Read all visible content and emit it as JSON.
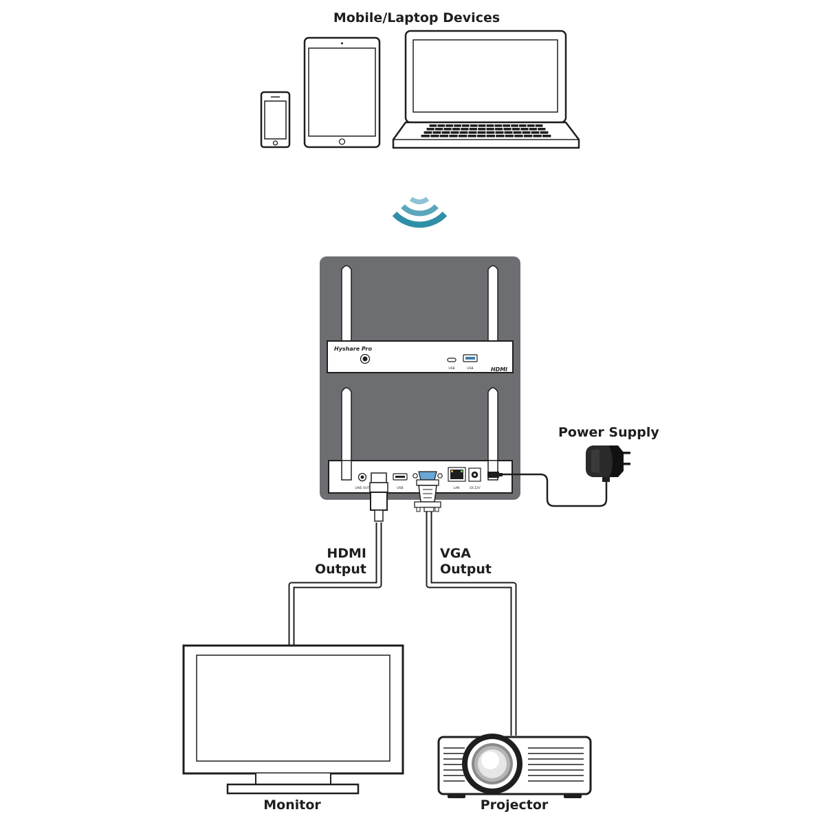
{
  "devices": {
    "label": "Mobile/Laptop Devices"
  },
  "receiver": {
    "brand": "Hyshare Pro",
    "front_ports": [
      "USB",
      "USB"
    ],
    "hdmi_logo": "HDMI",
    "rear_ports": [
      "LINE OUT",
      "USB",
      "LAN",
      "DC12V"
    ]
  },
  "power": {
    "label": "Power Supply"
  },
  "hdmi_output": {
    "line1": "HDMI",
    "line2": "Output"
  },
  "vga_output": {
    "line1": "VGA",
    "line2": "Output"
  },
  "monitor": {
    "label": "Monitor"
  },
  "projector": {
    "label": "Projector"
  },
  "colors": {
    "wireless": "#2f8fa6",
    "chassis": "#6d6e71",
    "outline": "#1e1e1e"
  }
}
